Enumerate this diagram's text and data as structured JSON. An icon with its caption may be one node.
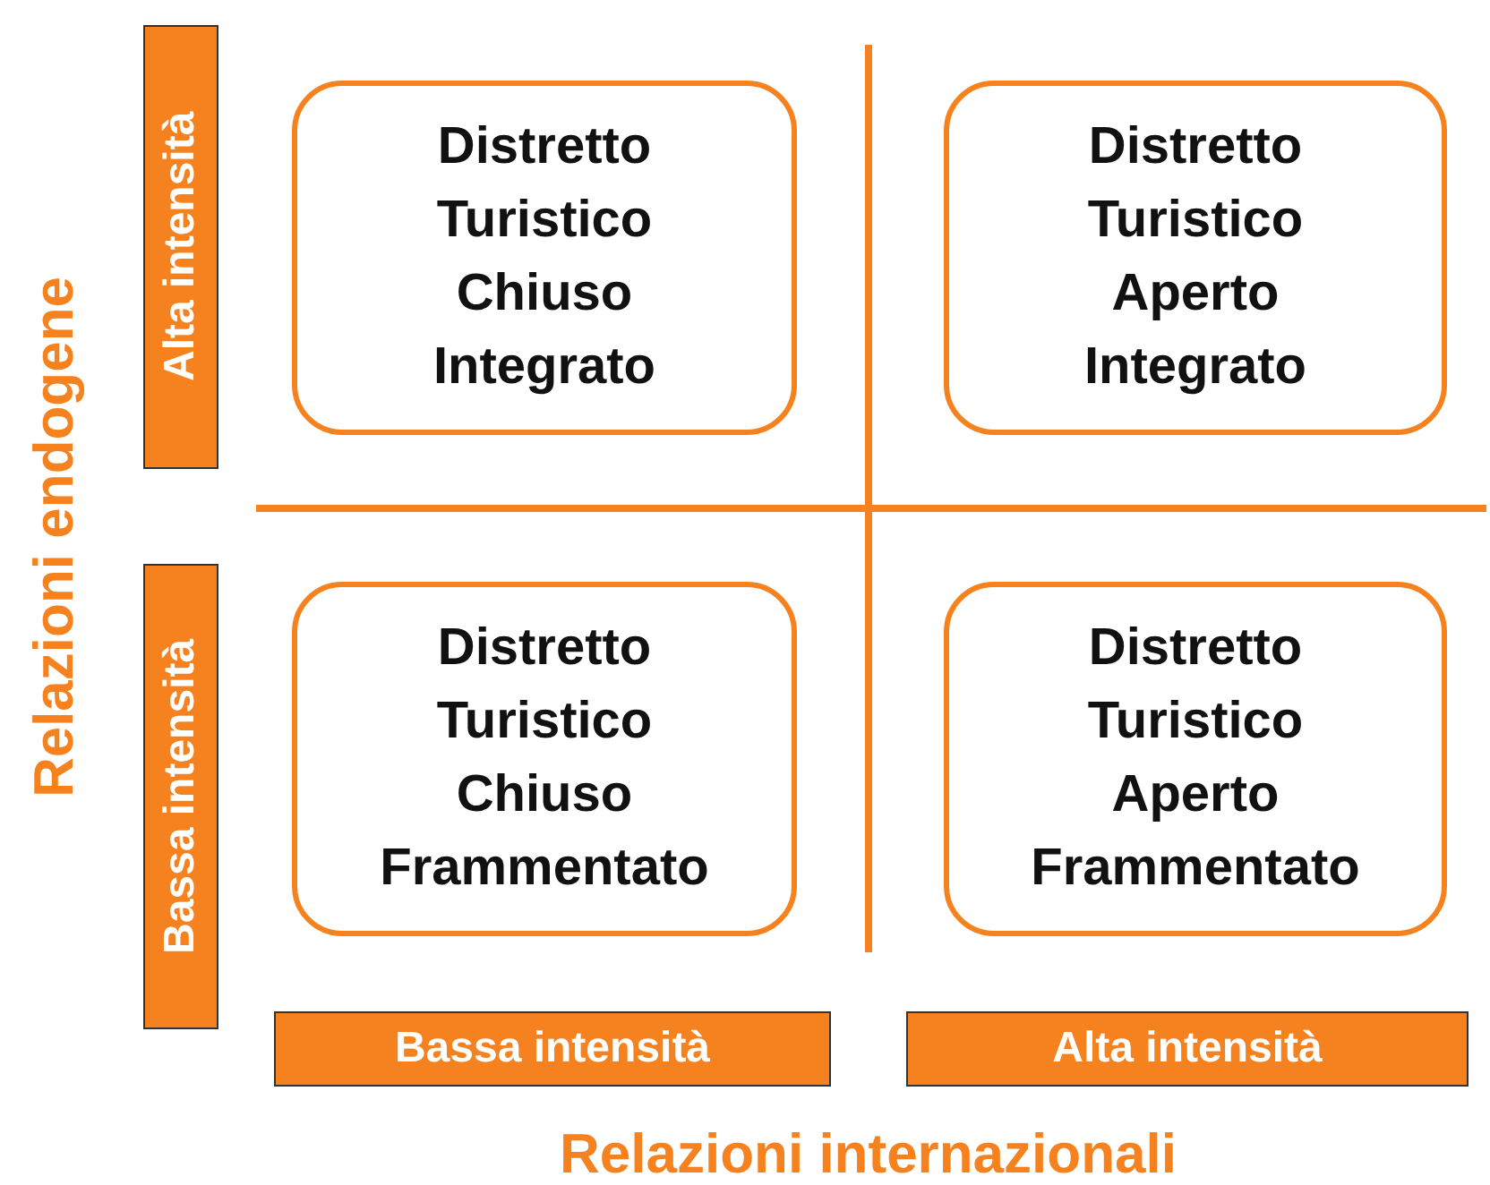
{
  "diagram": {
    "nodes": [
      {
        "text": [
          "Alta intensità"
        ]
      },
      {
        "text": [
          "Distretto Turistico Chiuso Integrato"
        ]
      },
      {
        "text": [
          "Distretto Turistico Aperto Integrato"
        ]
      },
      {
        "text": [
          "Bassa intensità"
        ]
      },
      {
        "text": [
          "Distretto Turistico Chiuso Frammentato"
        ]
      },
      {
        "text": [
          "Distretto Turistico Aperto Frammentato"
        ]
      },
      {
        "text": [
          "Bassa intensità"
        ]
      },
      {
        "text": [
          "Alta intensità"
        ]
      }
    ],
    "edges": [],
    "labels": [
      "Relazioni endogene",
      "Relazioni internazionali"
    ]
  }
}
